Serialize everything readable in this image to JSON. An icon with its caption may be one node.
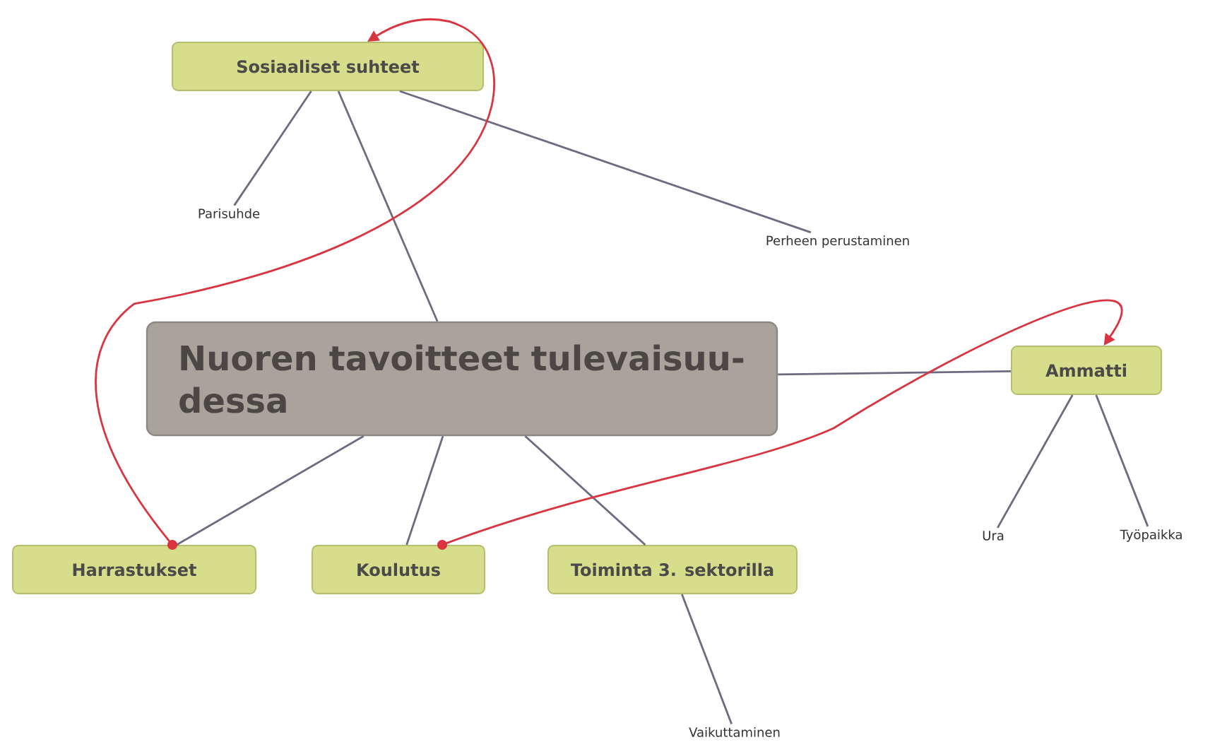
{
  "diagram": {
    "nodes": [
      {
        "text": [
          "Sosiaaliset suhteet"
        ]
      },
      {
        "text": [
          "Parisuhde"
        ]
      },
      {
        "text": [
          "Perheen perustaminen"
        ]
      },
      {
        "text": [
          "Nuoren tavoitteet tulevaisuu- dessa"
        ]
      },
      {
        "text": [
          "Ammatti"
        ]
      },
      {
        "text": [
          "Ura"
        ]
      },
      {
        "text": [
          "Työpaikka"
        ]
      },
      {
        "text": [
          "Harrastukset"
        ]
      },
      {
        "text": [
          "Koulutus"
        ]
      },
      {
        "text": [
          "Toiminta 3. sektorilla"
        ]
      },
      {
        "text": [
          "Vaikuttaminen"
        ]
      }
    ],
    "edges": [
      {
        "from": 0,
        "to": 1,
        "arrow": "none"
      },
      {
        "from": 0,
        "to": 3,
        "arrow": "none"
      },
      {
        "from": 0,
        "to": 2,
        "arrow": "none"
      },
      {
        "from": 3,
        "to": 4,
        "arrow": "none"
      },
      {
        "from": 4,
        "to": 5,
        "arrow": "none"
      },
      {
        "from": 4,
        "to": 6,
        "arrow": "none"
      },
      {
        "from": 3,
        "to": 7,
        "arrow": "none"
      },
      {
        "from": 3,
        "to": 8,
        "arrow": "none"
      },
      {
        "from": 3,
        "to": 9,
        "arrow": "none"
      },
      {
        "from": 9,
        "to": 10,
        "arrow": "none"
      },
      {
        "from": 7,
        "to": 0,
        "arrow": "to",
        "color": "#d9343f"
      },
      {
        "from": 8,
        "to": 4,
        "arrow": "to",
        "color": "#d9343f"
      }
    ]
  }
}
